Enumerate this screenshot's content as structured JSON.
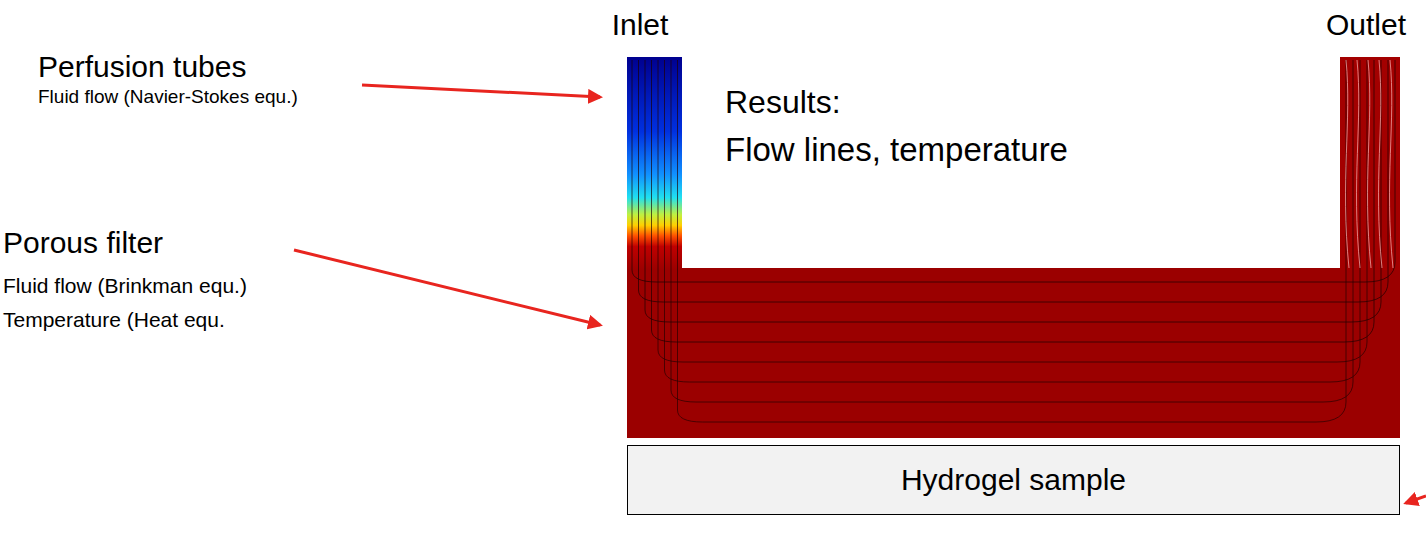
{
  "diagram": {
    "nodes": [
      {
        "text": [
          "Hydrogel sample"
        ]
      }
    ],
    "labels": [
      "Inlet",
      "Outlet",
      "Perfusion tubes",
      "Fluid flow (Navier-Stokes equ.)",
      "Results:",
      "Flow lines, temperature",
      "Porous filter",
      "Fluid flow (Brinkman equ.)",
      "Temperature (Heat equ."
    ]
  }
}
